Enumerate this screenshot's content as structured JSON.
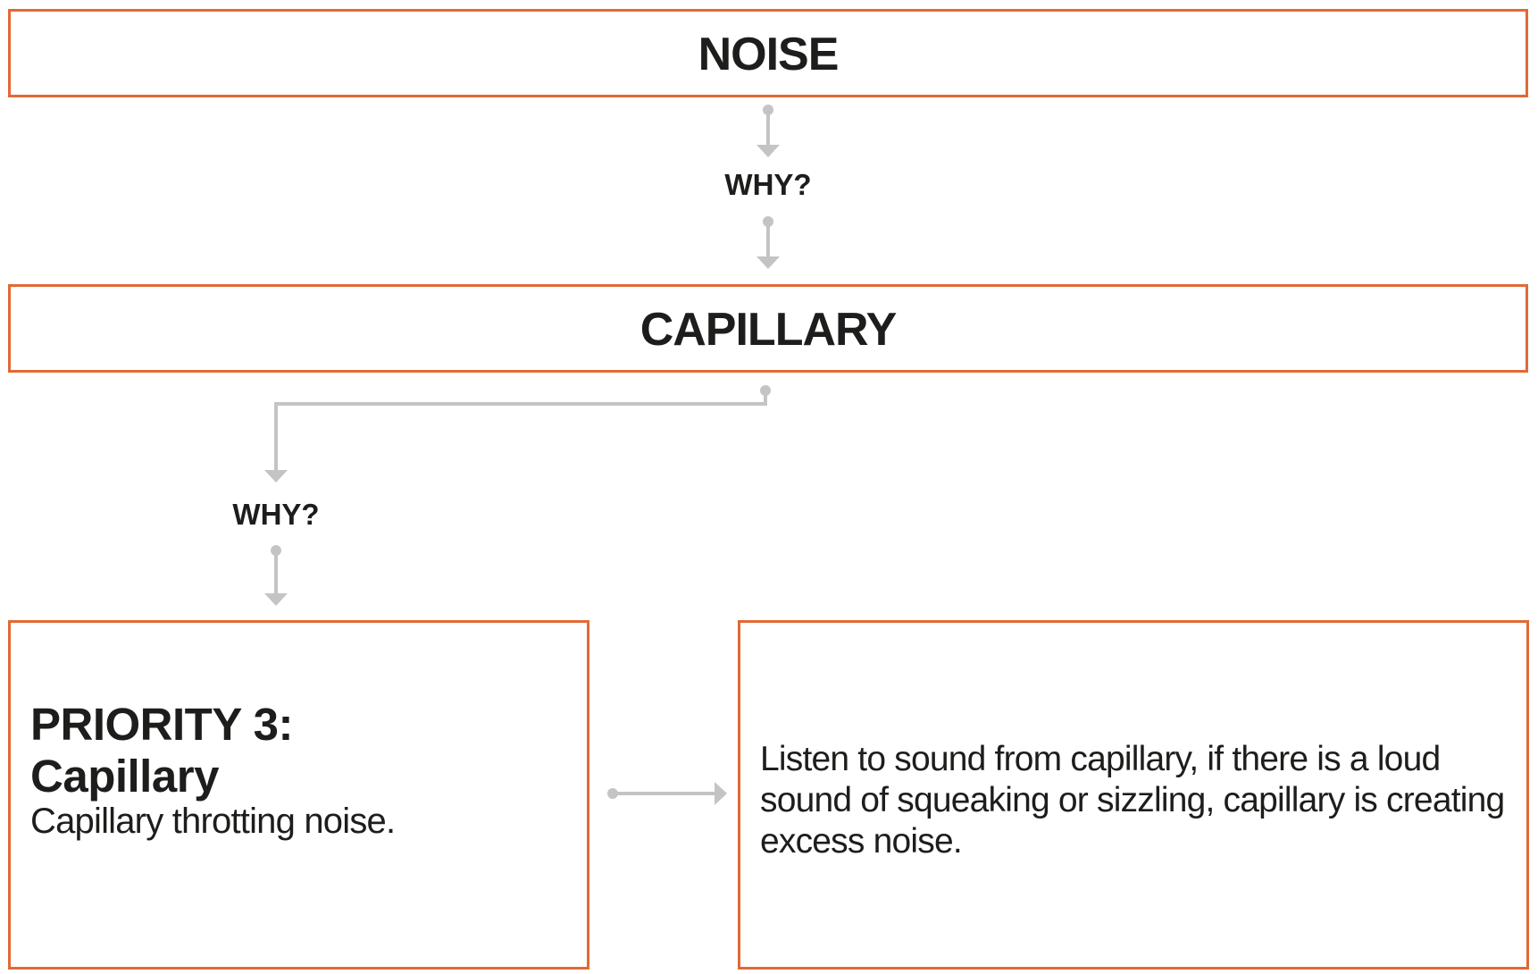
{
  "nodes": {
    "noise": {
      "label": "NOISE"
    },
    "capillary": {
      "label": "CAPILLARY"
    },
    "priority": {
      "heading_line1": "PRIORITY 3:",
      "heading_line2": "Capillary",
      "description": "Capillary throtting noise."
    },
    "action": {
      "text": "Listen to sound from capillary, if there is a loud sound of squeaking or sizzling, capillary is creating excess noise."
    }
  },
  "connectors": {
    "why_1": "WHY?",
    "why_2": "WHY?"
  },
  "colors": {
    "border": "#e06a35",
    "connector": "#c4c4c4",
    "text": "#1d1d1b"
  }
}
